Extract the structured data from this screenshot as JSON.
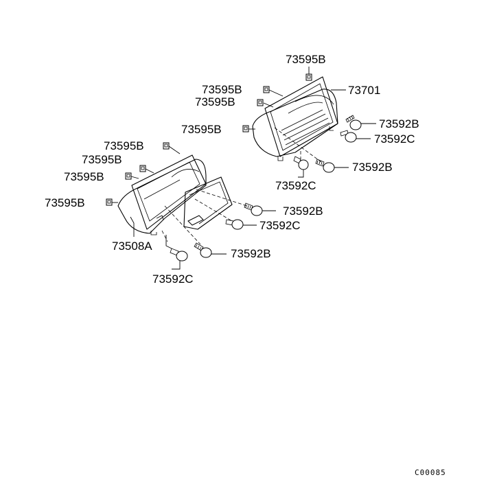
{
  "labels": {
    "glove_box_upper_clip": "73595B",
    "upper_clip_1": "73595B",
    "upper_clip_2": "73595B",
    "upper_clip_3": "73595B",
    "upper_box": "73701",
    "upper_screw_b1": "73592B",
    "upper_screw_c1": "73592C",
    "upper_screw_b2": "73592B",
    "upper_screw_c2": "73592C",
    "lower_clip_1": "73595B",
    "lower_clip_2": "73595B",
    "lower_clip_3": "73595B",
    "lower_clip_4": "73595B",
    "lower_box": "73508A",
    "lower_screw_b1": "73592B",
    "lower_screw_c1": "73592C",
    "lower_screw_b2": "73592B",
    "lower_screw_c2": "73592C"
  },
  "diagram_code": "C00085"
}
